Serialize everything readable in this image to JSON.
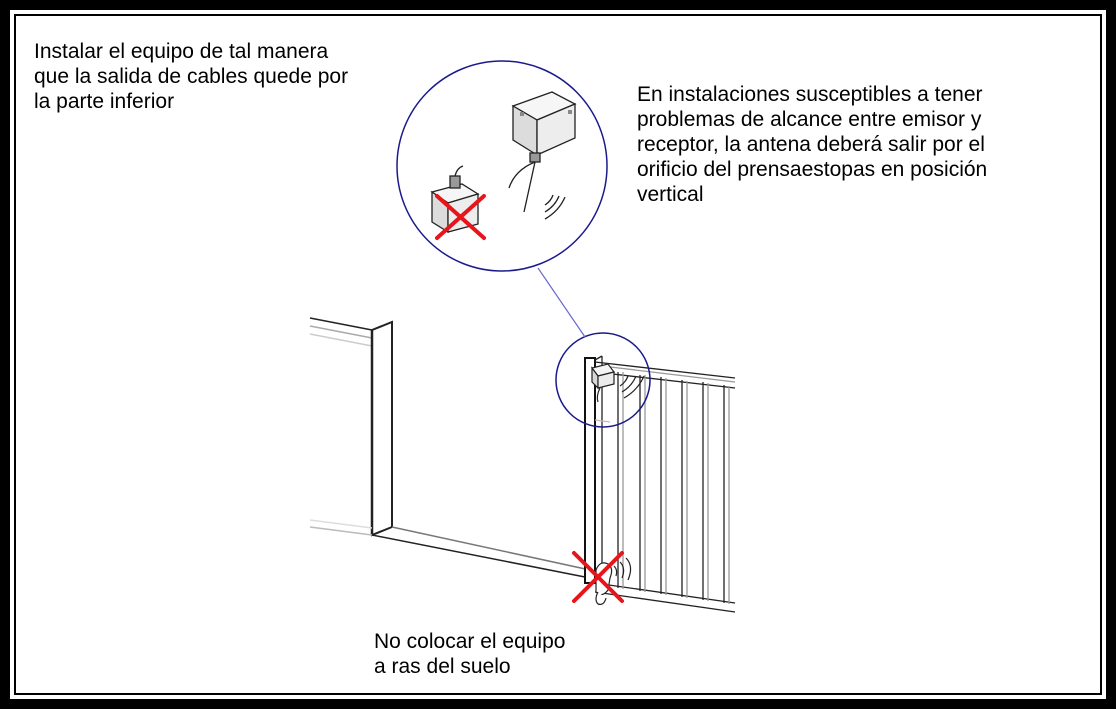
{
  "captions": {
    "top_left": "Instalar el equipo de tal manera\nque la salida de cables quede por\nla parte inferior",
    "top_right": "En instalaciones susceptibles a tener\nproblemas de alcance entre emisor y\nreceptor, la antena deberá salir por el\norificio del prensaestopas en posición\nvertical",
    "bottom": "No colocar el equipo\na ras del suelo"
  },
  "colors": {
    "border": "#000000",
    "callout_circle": "#1a1a8c",
    "cross": "#e8141b",
    "line": "#222222",
    "light_line": "#9a9a9a"
  }
}
